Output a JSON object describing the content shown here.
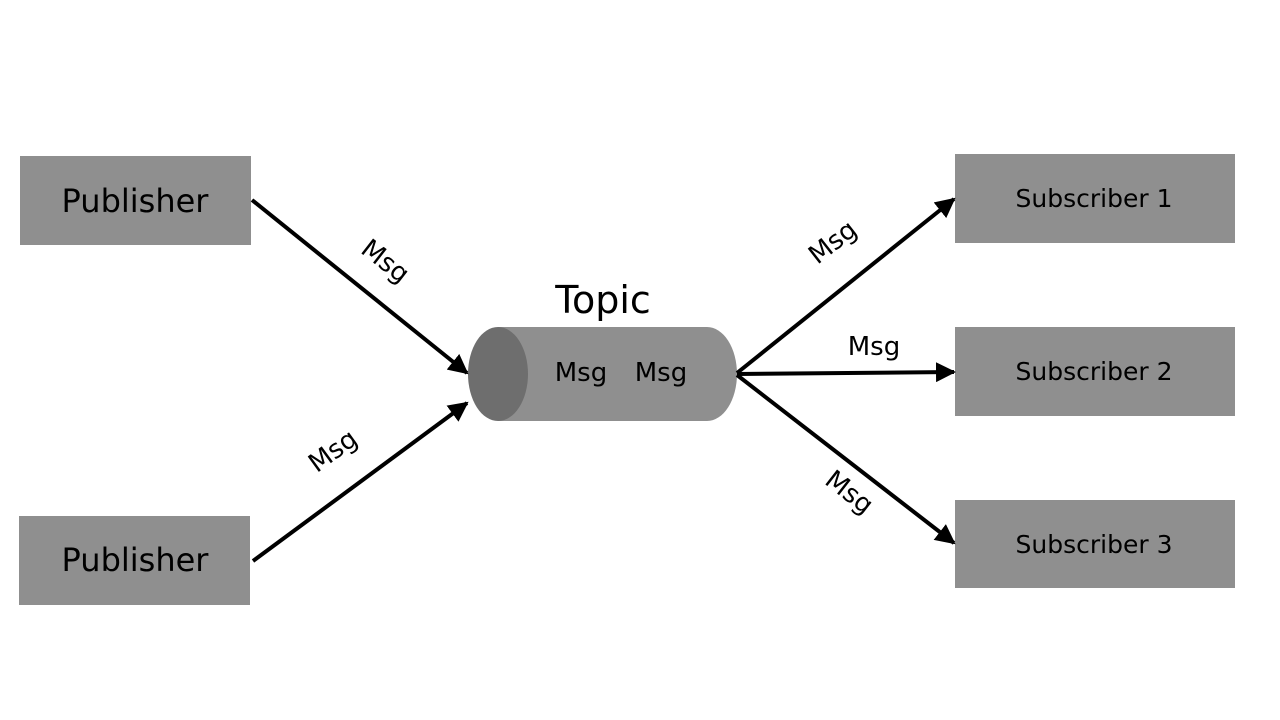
{
  "colors": {
    "box_fill": "#8f8f8f",
    "cylinder_body": "#8f8f8f",
    "cylinder_end": "#6e6e6e",
    "line": "#000000",
    "text": "#000000",
    "background": "#ffffff"
  },
  "publishers": [
    {
      "label": "Publisher"
    },
    {
      "label": "Publisher"
    }
  ],
  "topic": {
    "title": "Topic",
    "messages": [
      "Msg",
      "Msg"
    ]
  },
  "subscribers": [
    {
      "label": "Subscriber 1"
    },
    {
      "label": "Subscriber 2"
    },
    {
      "label": "Subscriber 3"
    }
  ],
  "edges": [
    {
      "from": "publisher-1",
      "to": "topic",
      "label": "Msg"
    },
    {
      "from": "publisher-2",
      "to": "topic",
      "label": "Msg"
    },
    {
      "from": "topic",
      "to": "subscriber-1",
      "label": "Msg"
    },
    {
      "from": "topic",
      "to": "subscriber-2",
      "label": "Msg"
    },
    {
      "from": "topic",
      "to": "subscriber-3",
      "label": "Msg"
    }
  ]
}
